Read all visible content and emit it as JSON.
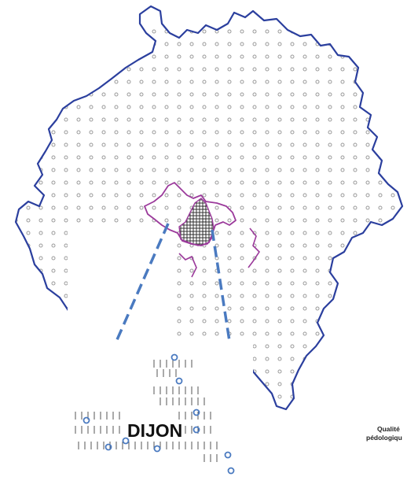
{
  "map": {
    "city_label": "DIJON",
    "legend": {
      "line1": "Qualité",
      "line2": "pédologiqu"
    },
    "colors": {
      "department_border": "#2b3f9e",
      "city_border": "#9b3a9b",
      "sample_point": "#9a9a9a",
      "zoom_line": "#4a7ac0",
      "city_grid": "#333333"
    }
  }
}
